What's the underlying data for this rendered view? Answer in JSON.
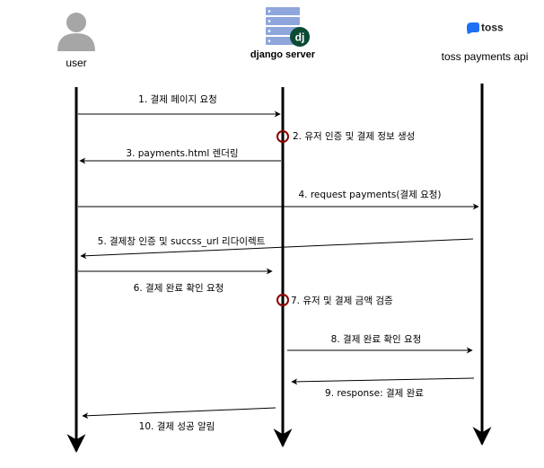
{
  "participants": [
    {
      "id": "user",
      "label": "user",
      "icon": "user-icon"
    },
    {
      "id": "server",
      "label": "django server",
      "icon": "django-server-icon",
      "badge": "dj"
    },
    {
      "id": "toss",
      "label": "toss payments api",
      "icon": "toss-logo-icon",
      "logo_text": "toss"
    }
  ],
  "messages": [
    {
      "n": 1,
      "text": "1. 결제 페이지 요청",
      "from": "user",
      "to": "server",
      "kind": "arrow"
    },
    {
      "n": 2,
      "text": "2. 유저 인증 및 결제 정보 생성",
      "from": "server",
      "to": "server",
      "kind": "self"
    },
    {
      "n": 3,
      "text": "3. payments.html 렌더링",
      "from": "server",
      "to": "user",
      "kind": "arrow"
    },
    {
      "n": 4,
      "text": "4. request payments(결제 요청)",
      "from": "user",
      "to": "toss",
      "kind": "arrow"
    },
    {
      "n": 5,
      "text": "5. 결제창 인증 및 succss_url 리다이렉트",
      "from": "toss",
      "to": "user",
      "kind": "arrow"
    },
    {
      "n": 6,
      "text": "6. 결제 완료 확인 요청",
      "from": "user",
      "to": "server",
      "kind": "arrow"
    },
    {
      "n": 7,
      "text": "7. 유저 및 결제 금액 검증",
      "from": "server",
      "to": "server",
      "kind": "self"
    },
    {
      "n": 8,
      "text": "8. 결제 완료 확인 요청",
      "from": "server",
      "to": "toss",
      "kind": "arrow"
    },
    {
      "n": 9,
      "text": "9. response: 결제 완료",
      "from": "toss",
      "to": "server",
      "kind": "arrow"
    },
    {
      "n": 10,
      "text": "10. 결제 성공 알림",
      "from": "server",
      "to": "user",
      "kind": "arrow"
    }
  ],
  "colors": {
    "lifeline": "#000000",
    "arrow": "#000000",
    "self_marker": "#8b0000",
    "user_icon": "#a6a6a6",
    "server_icon": "#8ea6dc",
    "server_badge": "#0c4b33",
    "toss_logo": "#1e6ff5"
  }
}
